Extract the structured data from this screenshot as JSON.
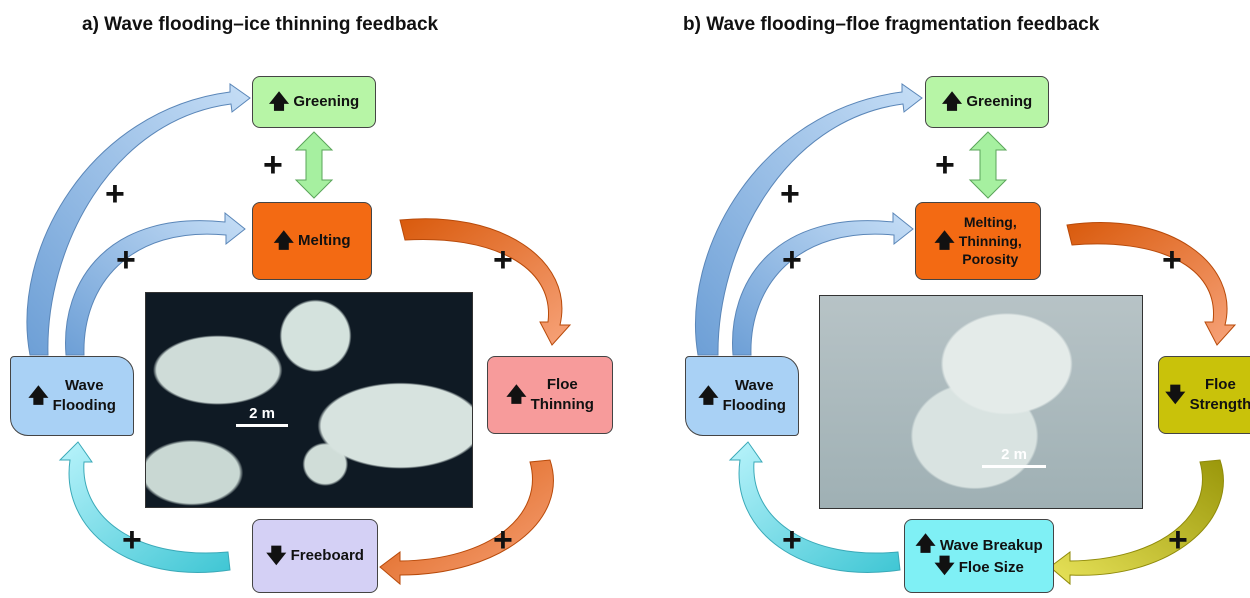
{
  "panel_a": {
    "title": "a) Wave flooding–ice thinning feedback",
    "greening": "Greening",
    "melting": "Melting",
    "floe_thinning": [
      "Floe",
      "Thinning"
    ],
    "wave_flooding": [
      "Wave",
      "Flooding"
    ],
    "freeboard": "Freeboard",
    "scale_label": "2 m",
    "plus": "+"
  },
  "panel_b": {
    "title": "b) Wave flooding–floe fragmentation feedback",
    "greening": "Greening",
    "melting": [
      "Melting,",
      "Thinning,",
      "Porosity"
    ],
    "floe_strength": [
      "Floe",
      "Strength"
    ],
    "wave_flooding": [
      "Wave",
      "Flooding"
    ],
    "wave_breakup": "Wave Breakup",
    "floe_size": "Floe Size",
    "scale_label": "2 m",
    "plus": "+"
  },
  "colors": {
    "greening": "#b7f5a6",
    "melting": "#f36a13",
    "floe_thinning": "#f79b9b",
    "wave_flooding": "#a9d1f5",
    "freeboard": "#d4d0f5",
    "floe_strength": "#c9c20a",
    "wave_breakup": "#7ff0f5",
    "arrow_blue": "#86b6e8",
    "arrow_orange": "#ef6a12",
    "arrow_cyan": "#5fd6e6",
    "arrow_green": "#a6f0a0",
    "arrow_olive": "#c9c80b"
  },
  "icons": {
    "up": "up-arrow-icon",
    "down": "down-arrow-icon"
  }
}
